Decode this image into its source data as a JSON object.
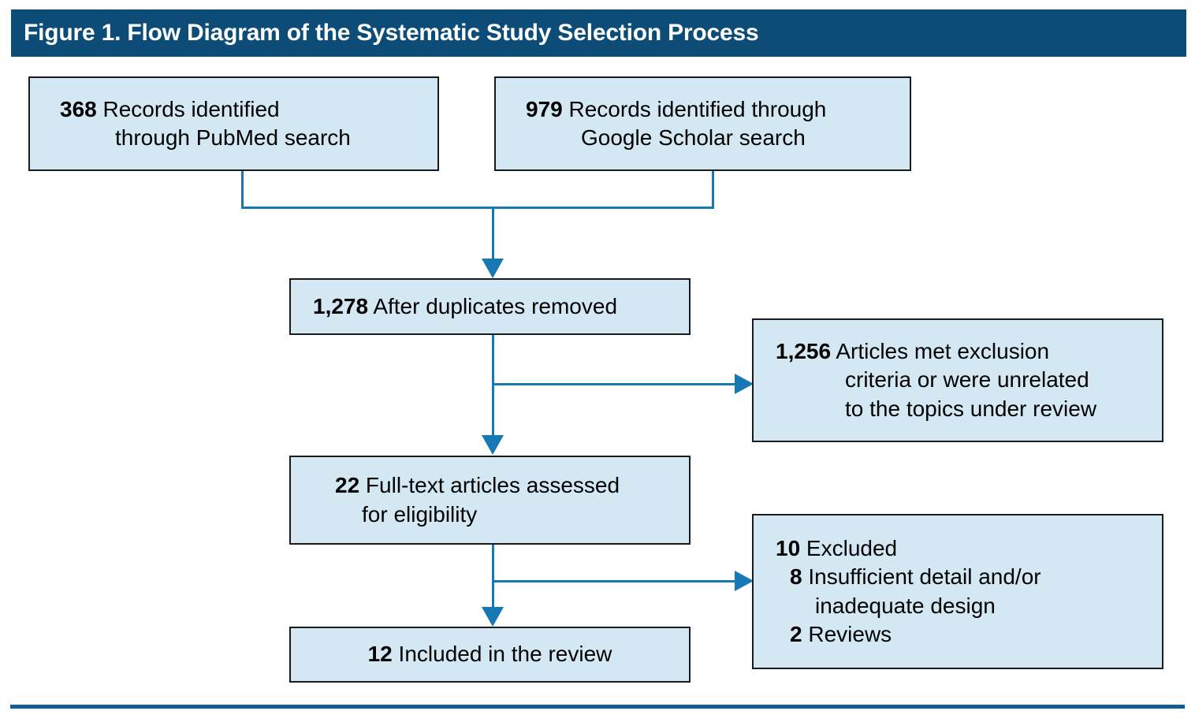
{
  "figure": {
    "title": "Figure 1. Flow Diagram of the Systematic Study Selection Process",
    "title_bar_color": "#0c4c77",
    "box_fill_color": "#d3e8f3",
    "box_border_color": "#1a1a1a",
    "connector_color": "#1878b4",
    "rule_color": "#0f5d93"
  },
  "boxes": {
    "pubmed": {
      "count": "368",
      "line1_rest": " Records identified",
      "line2": "through PubMed search"
    },
    "scholar": {
      "count": "979",
      "line1_rest": " Records identified through",
      "line2": "Google Scholar search"
    },
    "duplicates": {
      "count": "1,278",
      "label": " After duplicates removed"
    },
    "exclusion": {
      "count": "1,256",
      "line1_rest": " Articles met exclusion",
      "line2": "criteria or were unrelated",
      "line3": "to the topics under review"
    },
    "fulltext": {
      "count": "22",
      "line1_rest": " Full-text articles assessed",
      "line2": "for eligibility"
    },
    "excluded": {
      "count": "10",
      "label": " Excluded",
      "sub1_count": "8",
      "sub1_line1": " Insufficient detail and/or",
      "sub1_line2": "inadequate design",
      "sub2_count": "2",
      "sub2_label": " Reviews"
    },
    "included": {
      "count": "12",
      "label": " Included in the review"
    }
  },
  "chart_data": {
    "type": "diagram",
    "title": "Figure 1. Flow Diagram of the Systematic Study Selection Process",
    "nodes": [
      {
        "id": "pubmed",
        "value": 368,
        "text": "368 Records identified through PubMed search"
      },
      {
        "id": "scholar",
        "value": 979,
        "text": "979 Records identified through Google Scholar search"
      },
      {
        "id": "duplicates",
        "value": 1278,
        "text": "1,278 After duplicates removed"
      },
      {
        "id": "exclusion",
        "value": 1256,
        "text": "1,256 Articles met exclusion criteria or were unrelated to the topics under review"
      },
      {
        "id": "fulltext",
        "value": 22,
        "text": "22 Full-text articles assessed for eligibility"
      },
      {
        "id": "excluded",
        "value": 10,
        "text": "10 Excluded: 8 Insufficient detail and/or inadequate design; 2 Reviews"
      },
      {
        "id": "included",
        "value": 12,
        "text": "12 Included in the review"
      }
    ],
    "edges": [
      {
        "from": "pubmed",
        "to": "duplicates",
        "direction": "down"
      },
      {
        "from": "scholar",
        "to": "duplicates",
        "direction": "down"
      },
      {
        "from": "duplicates",
        "to": "exclusion",
        "direction": "right"
      },
      {
        "from": "duplicates",
        "to": "fulltext",
        "direction": "down"
      },
      {
        "from": "fulltext",
        "to": "excluded",
        "direction": "right"
      },
      {
        "from": "fulltext",
        "to": "included",
        "direction": "down"
      }
    ]
  }
}
